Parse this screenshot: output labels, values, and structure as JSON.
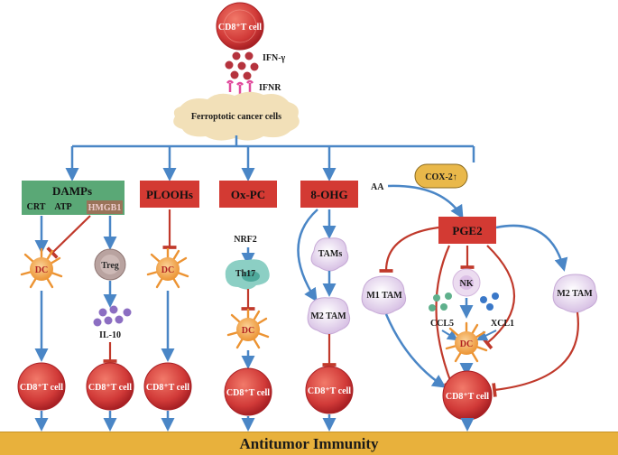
{
  "top_cell": "CD8⁺T cell",
  "ifn": "IFN-γ",
  "ifnr": "IFNR",
  "ferroptotic": "Ferroptotic cancer cells",
  "damps": {
    "title": "DAMPs",
    "crt": "CRT",
    "atp": "ATP",
    "hmgb1": "HMGB1"
  },
  "plooh": "PLOOHs",
  "oxpc": "Ox-PC",
  "ohg": "8-OHG",
  "aa": "AA",
  "cox2": "COX-2↑",
  "pge2": "PGE2",
  "dc": "DC",
  "treg": "Treg",
  "il10": "IL-10",
  "nrf2": "NRF2",
  "th17": "Th17",
  "tams": "TAMs",
  "m2tam": "M2 TAM",
  "m1tam": "M1 TAM",
  "nk": "NK",
  "ccl5": "CCL5",
  "xcl1": "XCL1",
  "cd8": "CD8⁺T cell",
  "footer": "Antitumor Immunity",
  "colors": {
    "blue": "#4a86c6",
    "red": "#c0392b",
    "green": "#5aa876",
    "box_red": "#d33a33",
    "dc": "#f0a040",
    "cell": "#d84444",
    "cox": "#e9b84a"
  }
}
